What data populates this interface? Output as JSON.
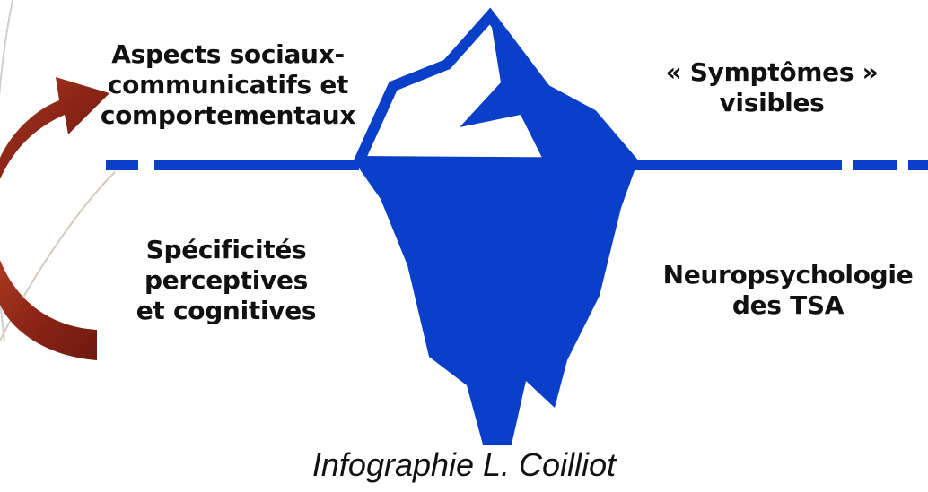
{
  "diagram": {
    "upper_left_label": {
      "lines": [
        "Aspects sociaux-",
        "communicatifs et",
        "comportementaux"
      ]
    },
    "upper_right_label": {
      "lines": [
        "« Symptômes »",
        "visibles"
      ]
    },
    "lower_left_label": {
      "lines": [
        "Spécificités",
        "perceptives",
        "et cognitives"
      ]
    },
    "lower_right_label": {
      "lines": [
        "Neuropsychologie",
        "des TSA"
      ]
    },
    "colors": {
      "iceberg": "#0a3fc9",
      "arrow": "#8a2416",
      "waterline": "#0a3fc9"
    },
    "icons": [
      "iceberg-icon",
      "curved-arrow-icon"
    ]
  },
  "caption": "Infographie L. Coilliot"
}
